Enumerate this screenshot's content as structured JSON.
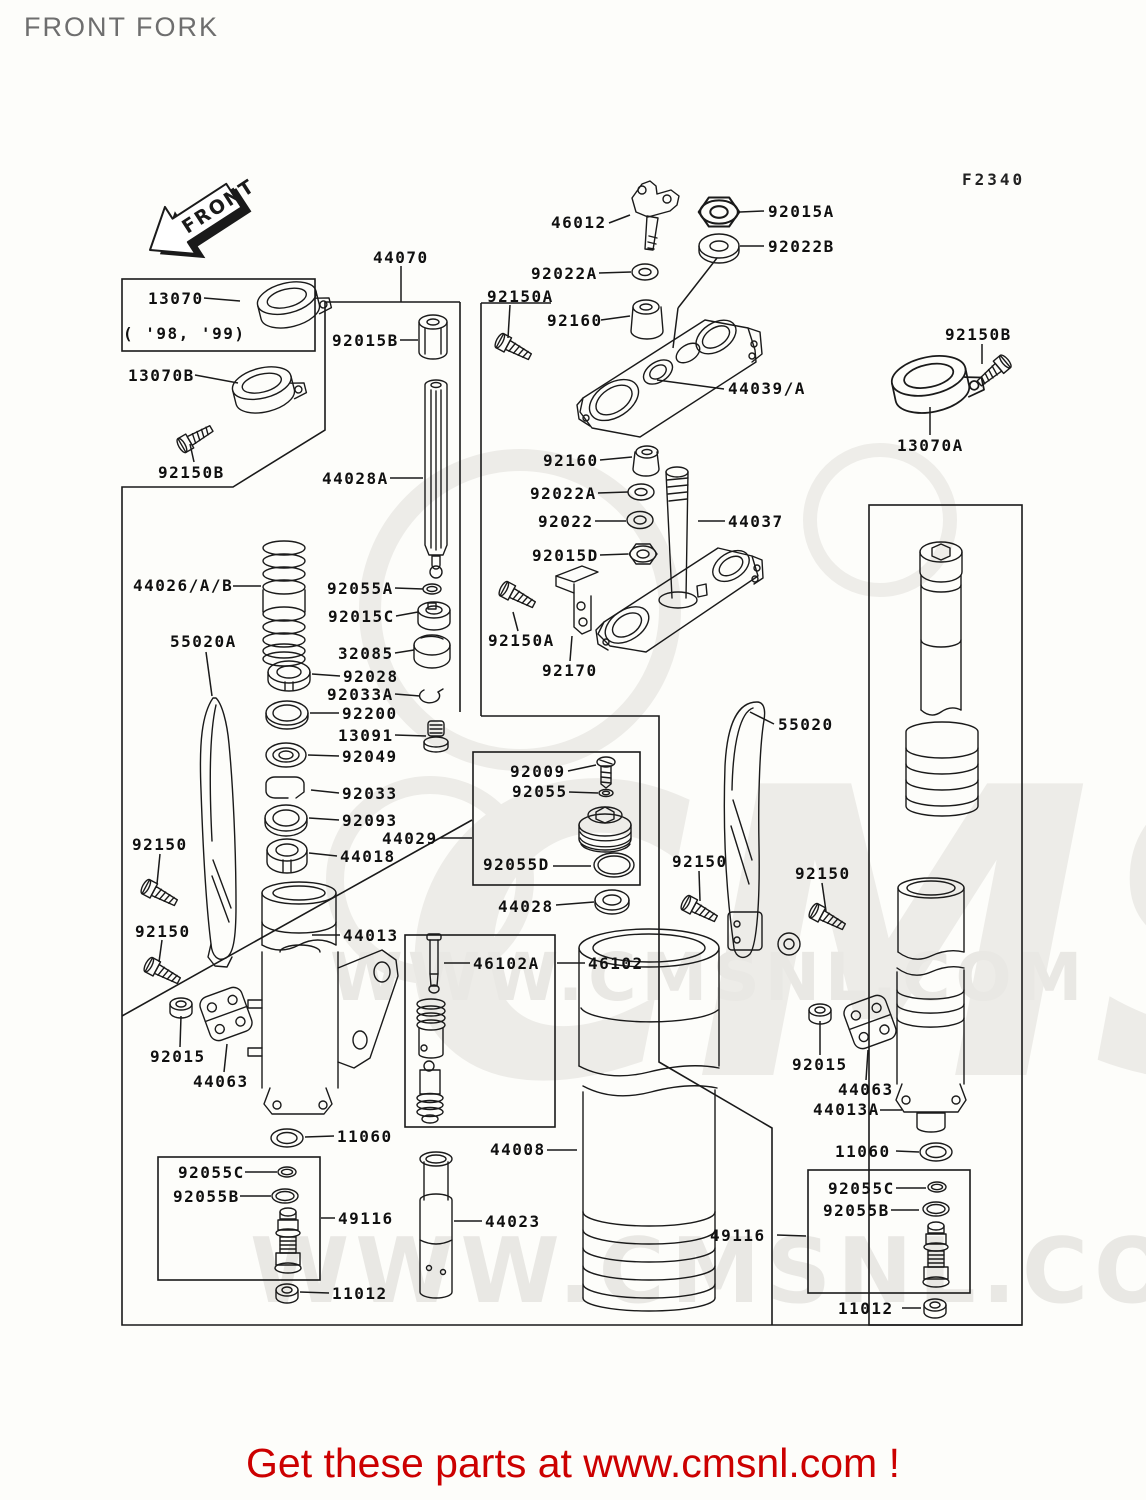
{
  "page": {
    "title": "FRONT FORK",
    "figure_code": "F2340",
    "front_arrow_label": "FRONT",
    "footer_text": "Get these parts at www.cmsnl.com !",
    "model_note": "( '98, '99)"
  },
  "colors": {
    "footer_text": "#cc0000",
    "title_text": "#6e6e6e",
    "diagram_lines": "#1a1a1a",
    "watermark": "#ebeae6",
    "background": "#fdfdfa"
  },
  "watermark": {
    "logo_text": "CMS",
    "site_text_top": "WWW.CMSNL.COM",
    "site_text_bottom": "WWW.CMSNL.COM"
  },
  "part_labels": [
    {
      "text": "46012"
    },
    {
      "text": "92015A"
    },
    {
      "text": "92022B"
    },
    {
      "text": "92022A"
    },
    {
      "text": "92160"
    },
    {
      "text": "92150A"
    },
    {
      "text": "44070"
    },
    {
      "text": "44039/A"
    },
    {
      "text": "13070"
    },
    {
      "text": "( '98, '99)"
    },
    {
      "text": "13070B"
    },
    {
      "text": "92150B"
    },
    {
      "text": "92015B"
    },
    {
      "text": "44028A"
    },
    {
      "text": "92150B"
    },
    {
      "text": "13070A"
    },
    {
      "text": "92160"
    },
    {
      "text": "92022A"
    },
    {
      "text": "92022"
    },
    {
      "text": "44037"
    },
    {
      "text": "92015D"
    },
    {
      "text": "92150A"
    },
    {
      "text": "92170"
    },
    {
      "text": "44026/A/B"
    },
    {
      "text": "55020A"
    },
    {
      "text": "92055A"
    },
    {
      "text": "92015C"
    },
    {
      "text": "32085"
    },
    {
      "text": "92028"
    },
    {
      "text": "92033A"
    },
    {
      "text": "92200"
    },
    {
      "text": "13091"
    },
    {
      "text": "92049"
    },
    {
      "text": "92033"
    },
    {
      "text": "92093"
    },
    {
      "text": "44029"
    },
    {
      "text": "44018"
    },
    {
      "text": "92150"
    },
    {
      "text": "92150"
    },
    {
      "text": "92015"
    },
    {
      "text": "44063"
    },
    {
      "text": "44013"
    },
    {
      "text": "11060"
    },
    {
      "text": "92055C"
    },
    {
      "text": "92055B"
    },
    {
      "text": "49116"
    },
    {
      "text": "11012"
    },
    {
      "text": "44023"
    },
    {
      "text": "46102A"
    },
    {
      "text": "46102"
    },
    {
      "text": "44008"
    },
    {
      "text": "92009"
    },
    {
      "text": "92055"
    },
    {
      "text": "92055D"
    },
    {
      "text": "44028"
    },
    {
      "text": "55020"
    },
    {
      "text": "92150"
    },
    {
      "text": "92150"
    },
    {
      "text": "92015"
    },
    {
      "text": "44063"
    },
    {
      "text": "44013A"
    },
    {
      "text": "11060"
    },
    {
      "text": "92055C"
    },
    {
      "text": "92055B"
    },
    {
      "text": "49116"
    },
    {
      "text": "11012"
    }
  ]
}
